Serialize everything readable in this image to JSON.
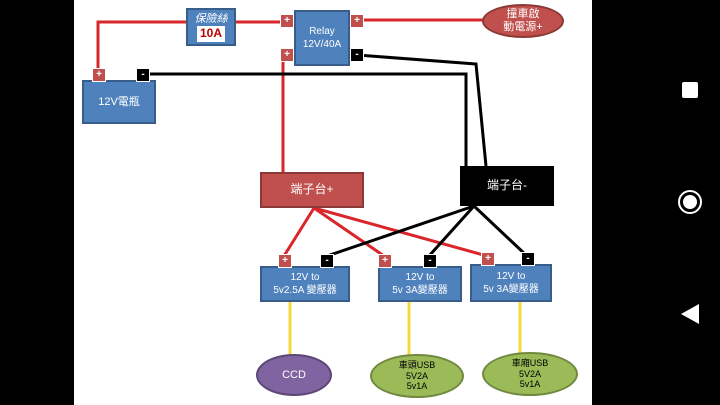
{
  "diagram": {
    "fuse": {
      "label": "保險絲",
      "rating": "10A"
    },
    "relay": {
      "label1": "Relay",
      "label2": "12V/40A"
    },
    "ignition": {
      "label1": "撞車啟",
      "label2": "動電源+"
    },
    "battery": {
      "label": "12V電瓶"
    },
    "terminal_pos": {
      "label": "端子台+"
    },
    "terminal_neg": {
      "label": "端子台-"
    },
    "converters": [
      {
        "label1": "12V to",
        "label2": "5v2.5A 變壓器"
      },
      {
        "label1": "12V to",
        "label2": "5v 3A變壓器"
      },
      {
        "label1": "12V to",
        "label2": "5v 3A變壓器"
      }
    ],
    "loads": [
      {
        "lines": [
          "CCD"
        ]
      },
      {
        "lines": [
          "車頭USB",
          "5V2A",
          "5v1A"
        ]
      },
      {
        "lines": [
          "車廂USB",
          "5V2A",
          "5v1A"
        ]
      }
    ],
    "plus_symbol": "+",
    "minus_symbol": "-"
  },
  "nav": {
    "recent_icon": "square-icon",
    "home_icon": "circle-icon",
    "back_icon": "triangle-icon"
  },
  "colors": {
    "wire_red": "#d9262b",
    "wire_black": "#000000",
    "wire_yellow": "#f5d83a"
  }
}
